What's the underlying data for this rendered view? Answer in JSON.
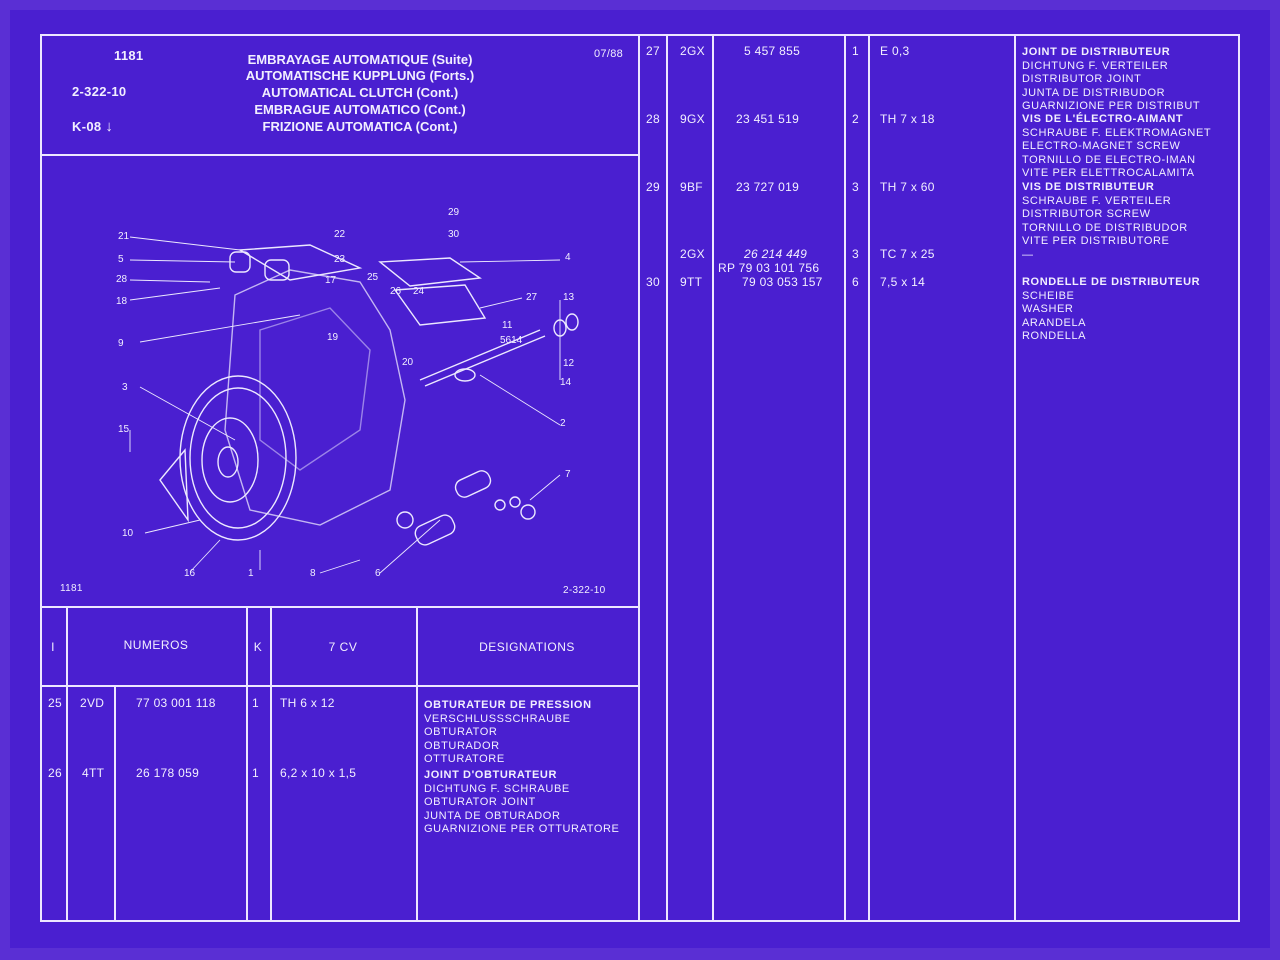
{
  "header": {
    "model": "1181",
    "page_ref": "2-322-10",
    "section": "K-08",
    "section_arrow": "↓",
    "date": "07/88",
    "titles": [
      "EMBRAYAGE AUTOMATIQUE (Suite)",
      "AUTOMATISCHE KUPPLUNG (Forts.)",
      "AUTOMATICAL CLUTCH (Cont.)",
      "EMBRAGUE AUTOMATICO (Cont.)",
      "FRIZIONE AUTOMATICA (Cont.)"
    ]
  },
  "diagram": {
    "footer_left": "1181",
    "footer_right": "2-322-10",
    "callouts": [
      "21",
      "22",
      "5",
      "23",
      "28",
      "17",
      "25",
      "26",
      "24",
      "18",
      "27",
      "9",
      "19",
      "11",
      "5614",
      "20",
      "13",
      "12",
      "14",
      "3",
      "2",
      "15",
      "7",
      "10",
      "16",
      "1",
      "8",
      "6",
      "4",
      "29",
      "30"
    ]
  },
  "table_header": {
    "col_i": "I",
    "col_numeros": "NUMEROS",
    "col_k": "K",
    "col_cv": "7 CV",
    "col_designations": "DESIGNATIONS"
  },
  "left_rows": [
    {
      "idx": "25",
      "code": "2VD",
      "number": "77 03 001 118",
      "qty": "1",
      "dim": "TH 6 x 12",
      "title": "OBTURATEUR DE PRESSION",
      "lines": [
        "VERSCHLUSSSCHRAUBE",
        "OBTURATOR",
        "OBTURADOR",
        "OTTURATORE"
      ]
    },
    {
      "idx": "26",
      "code": "4TT",
      "number": "26 178 059",
      "qty": "1",
      "dim": "6,2 x 10 x 1,5",
      "title": "JOINT D'OBTURATEUR",
      "lines": [
        "DICHTUNG F. SCHRAUBE",
        "OBTURATOR JOINT",
        "JUNTA DE OBTURADOR",
        "GUARNIZIONE PER OTTURATORE"
      ]
    }
  ],
  "right_rows": [
    {
      "idx": "27",
      "code": "2GX",
      "number": "5 457 855",
      "qty": "1",
      "dim": "E 0,3",
      "title": "JOINT DE DISTRIBUTEUR",
      "lines": [
        "DICHTUNG F. VERTEILER",
        "DISTRIBUTOR JOINT",
        "JUNTA DE DISTRIBUDOR",
        "GUARNIZIONE PER DISTRIBUT"
      ]
    },
    {
      "idx": "28",
      "code": "9GX",
      "number": "23 451 519",
      "qty": "2",
      "dim": "TH 7 x 18",
      "title": "VIS DE L'ÉLECTRO-AIMANT",
      "lines": [
        "SCHRAUBE F. ELEKTROMAGNET",
        "ELECTRO-MAGNET SCREW",
        "TORNILLO DE ELECTRO-IMAN",
        "VITE PER ELETTROCALAMITA"
      ]
    },
    {
      "idx": "29",
      "code": "9BF",
      "number": "23 727 019",
      "qty": "3",
      "dim": "TH 7 x 60",
      "title": "VIS DE DISTRIBUTEUR",
      "lines": [
        "SCHRAUBE F. VERTEILER",
        "DISTRIBUTOR SCREW",
        "TORNILLO DE DISTRIBUDOR",
        "VITE PER DISTRIBUTORE",
        "—"
      ]
    },
    {
      "idx": "",
      "code": "2GX",
      "number": "26 214 449",
      "number2": "RP 79 03 101 756",
      "qty": "3",
      "dim": "TC 7 x 25",
      "title": "",
      "lines": []
    },
    {
      "idx": "30",
      "code": "9TT",
      "number": "79 03 053 157",
      "qty": "6",
      "dim": "7,5 x 14",
      "title": "RONDELLE DE DISTRIBUTEUR",
      "lines": [
        "SCHEIBE",
        "WASHER",
        "ARANDELA",
        "RONDELLA"
      ]
    }
  ]
}
